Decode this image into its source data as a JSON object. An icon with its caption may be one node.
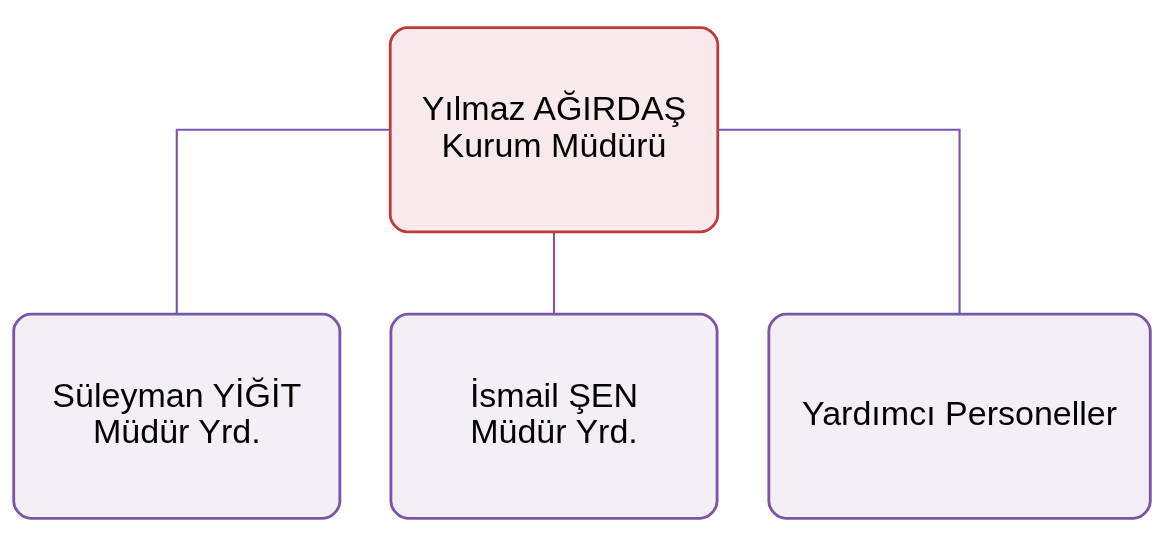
{
  "diagram": {
    "nodes": [
      {
        "text": [
          "Yılmaz AĞIRDAŞ",
          "Kurum Müdürü"
        ]
      },
      {
        "text": [
          "Süleyman YİĞİT",
          "Müdür Yrd."
        ]
      },
      {
        "text": [
          "İsmail ŞEN",
          "Müdür Yrd."
        ]
      },
      {
        "text": [
          "Yardımcı Personeller"
        ]
      }
    ],
    "edges": [
      {
        "from": 0,
        "to": 1,
        "arrow": "none"
      },
      {
        "from": 0,
        "to": 2,
        "arrow": "none"
      },
      {
        "from": 0,
        "to": 3,
        "arrow": "none"
      }
    ]
  }
}
